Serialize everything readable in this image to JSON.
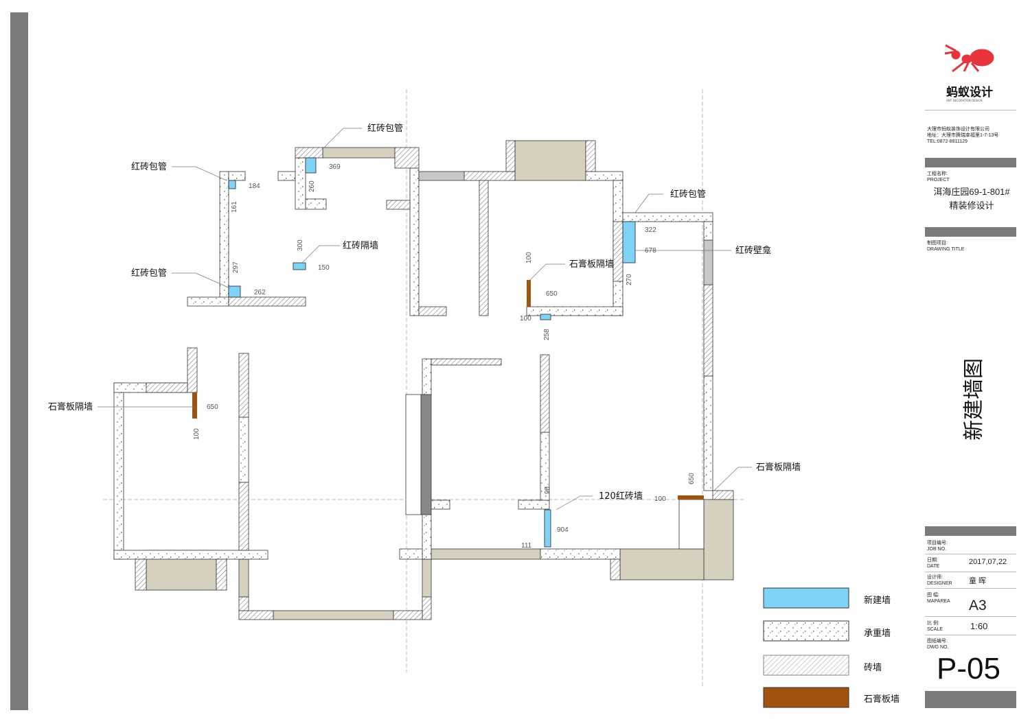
{
  "title_block": {
    "company_name": "蚂蚁设计",
    "company_sub": "ANT DECORATION DESIGN",
    "company_full": "大理市蚂蚁装饰设计有限公司",
    "address": "地址：大理市腾瑞幸福里1-7-13号",
    "tel": "TEL:0872-8811129",
    "project_label_cn": "工程名称:",
    "project_label_en": "PROJECT",
    "project_name": "洱海庄园69-1-801#",
    "project_sub": "精装修设计",
    "drawing_title_cn": "制图项目:",
    "drawing_title_en": "DRAWING TITLE",
    "drawing_title": "新建墙图",
    "job_no_cn": "项目编号:",
    "job_no_en": "JOB NO.",
    "date_cn": "日期:",
    "date_en": "DATE",
    "date": "2017,07,22",
    "designer_cn": "设计师:",
    "designer_en": "DESIGNER",
    "designer": "童 晖",
    "maparea_cn": "图 幅:",
    "maparea_en": "MAPAREA",
    "maparea": "A3",
    "scale_cn": "比 例:",
    "scale_en": "SCALE",
    "scale": "1:60",
    "dwg_cn": "图纸编号:",
    "dwg_en": "DWG NO.",
    "dwg_no": "P-05"
  },
  "legend": [
    {
      "label": "新建墙",
      "color": "#7fd3f7"
    },
    {
      "label": "承重墙",
      "color": "#ffffff"
    },
    {
      "label": "砖墙",
      "color": "#ffffff"
    },
    {
      "label": "石膏板墙",
      "color": "#a0520f"
    }
  ],
  "annotations": [
    "红砖包管",
    "红砖包管",
    "红砖隔墙",
    "红砖包管",
    "红砖包管",
    "红砖壁龛",
    "石膏板隔墙",
    "石膏板隔墙",
    "120红砖墙",
    "石膏板隔墙"
  ],
  "dimensions": [
    "369",
    "184",
    "260",
    "161",
    "300",
    "150",
    "297",
    "262",
    "322",
    "678",
    "100",
    "650",
    "270",
    "100",
    "258",
    "650",
    "100",
    "650",
    "100",
    "98",
    "904",
    "111"
  ]
}
